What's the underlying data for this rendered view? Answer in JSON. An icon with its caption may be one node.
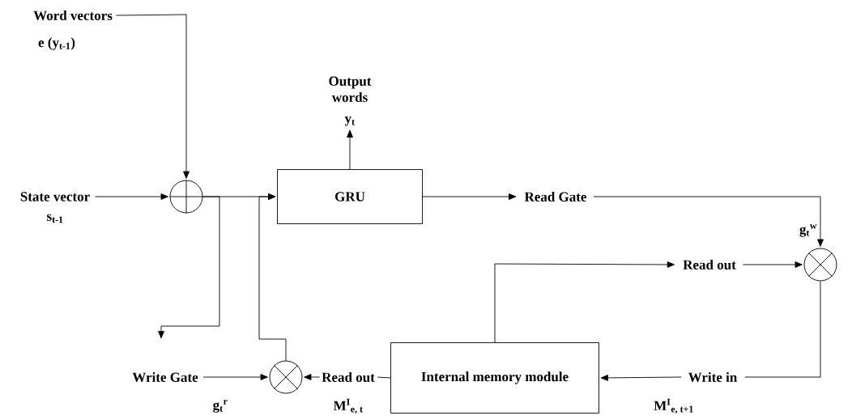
{
  "diagram": {
    "nodes": [
      {
        "text": [
          "Word vectors"
        ],
        "beside": [
          "e (y$_{t-1}$)"
        ]
      },
      {
        "text": [
          "Output words",
          "y$_{t}$"
        ]
      },
      {
        "text": [
          "State vector"
        ],
        "beside": [
          "s$_{t-1}$"
        ]
      },
      {
        "text": [],
        "shape": "circle"
      },
      {
        "text": [
          "GRU"
        ]
      },
      {
        "text": [
          "Read Gate"
        ]
      },
      {
        "text": [],
        "shape": "circle",
        "beside": [
          "g$_{t}$$^{w}$"
        ]
      },
      {
        "text": [
          "Read out"
        ]
      },
      {
        "text": [
          "Write in"
        ],
        "beside": [
          "M$^{I}$$_{e, t+1}$"
        ]
      },
      {
        "text": [
          "Internal memory module"
        ]
      },
      {
        "text": [
          "Read out"
        ],
        "beside": [
          "M$^{I}$$_{e, t}$"
        ]
      },
      {
        "text": [],
        "shape": "circle"
      },
      {
        "text": [
          "Write Gate"
        ],
        "beside": [
          "g$_{t}$$^{r}$"
        ]
      }
    ],
    "edges": [
      {
        "from": 0,
        "to": 3,
        "arrow": "to"
      },
      {
        "from": 2,
        "to": 3,
        "arrow": "to"
      },
      {
        "from": 3,
        "to": 4,
        "arrow": "to"
      },
      {
        "from": 3,
        "to": null,
        "arrow": "to"
      },
      {
        "from": 11,
        "to": 4,
        "arrow": "to"
      },
      {
        "from": 4,
        "to": 1,
        "arrow": "to"
      },
      {
        "from": 4,
        "to": 5,
        "arrow": "to"
      },
      {
        "from": 5,
        "to": 6,
        "arrow": "to"
      },
      {
        "from": 9,
        "to": 7,
        "arrow": "to"
      },
      {
        "from": 7,
        "to": 6,
        "arrow": "to"
      },
      {
        "from": 6,
        "to": 8,
        "arrow": "none"
      },
      {
        "from": 8,
        "to": 9,
        "arrow": "to"
      },
      {
        "from": 9,
        "to": 10,
        "arrow": "none"
      },
      {
        "from": 10,
        "to": 11,
        "arrow": "to"
      },
      {
        "from": 12,
        "to": 11,
        "arrow": "to"
      }
    ]
  }
}
